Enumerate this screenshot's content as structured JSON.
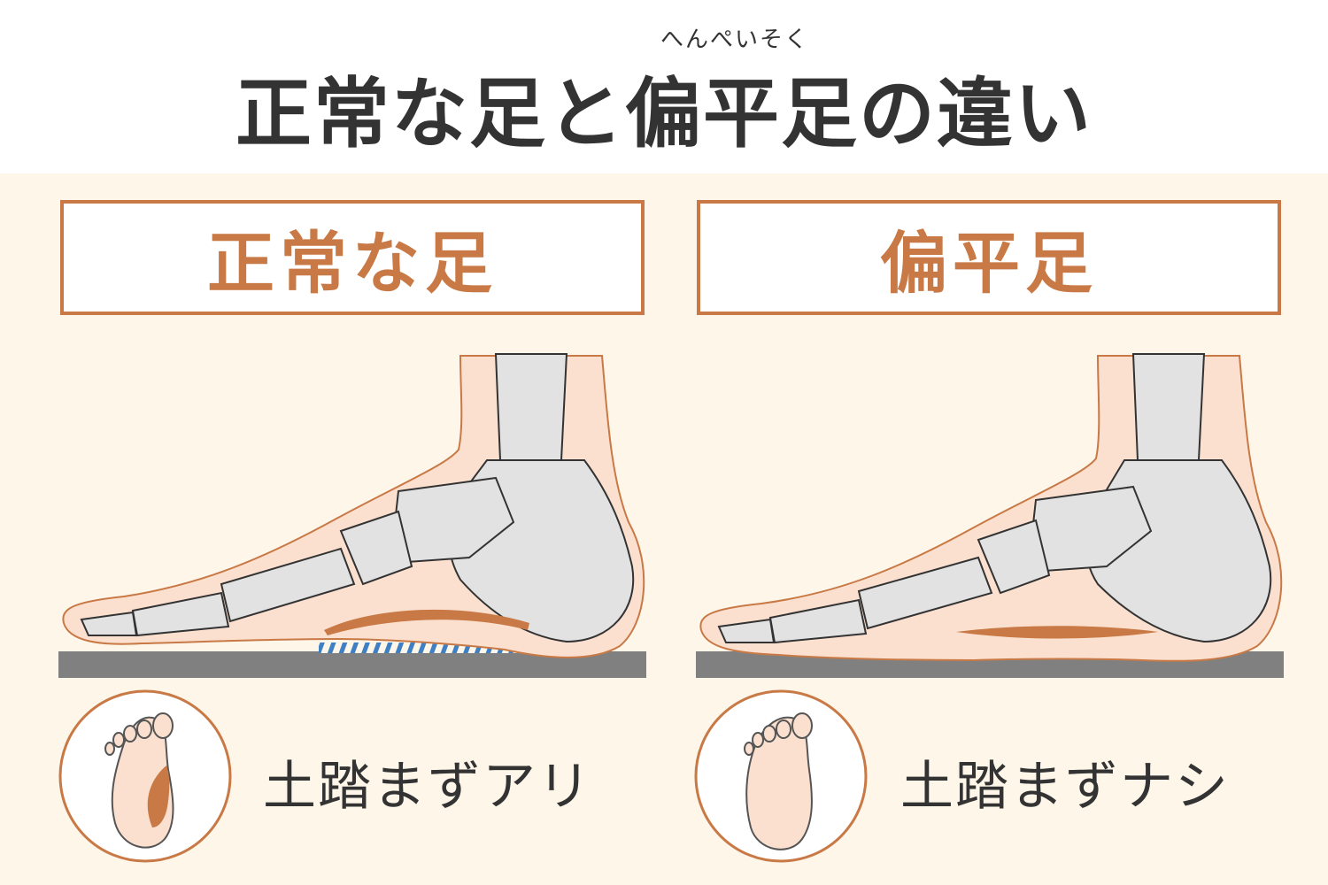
{
  "header": {
    "ruby": "へんぺいそく",
    "title": "正常な足と偏平足の違い"
  },
  "panels": [
    {
      "label": "正常な足",
      "arch_text": "土踏まずアリ"
    },
    {
      "label": "偏平足",
      "arch_text": "土踏まずナシ"
    }
  ],
  "colors": {
    "accent": "#c87945",
    "background": "#fdf6e9",
    "skin": "#fbe0cf",
    "bone": "#e2e2e2",
    "floor": "#808080",
    "pressure": "#3f7fc4",
    "text": "#333333"
  }
}
